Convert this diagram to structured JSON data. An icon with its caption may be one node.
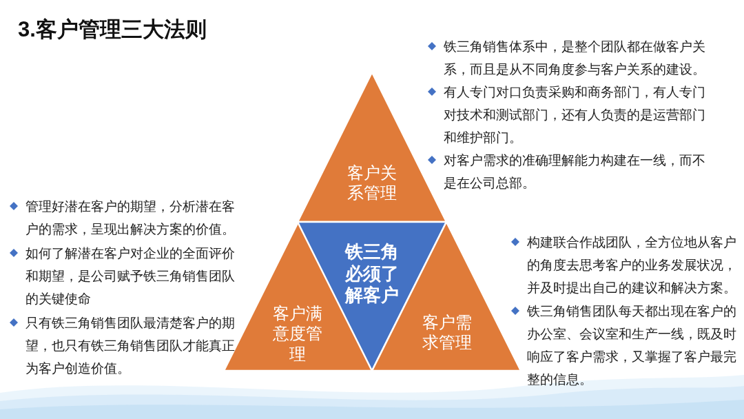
{
  "diagram": {
    "title": "3.客户管理三大法则",
    "nodes": [
      {
        "text": [
          "客户关系管理"
        ],
        "beside": [
          "铁三角销售体系中，是整个团队都在做客户关系，而且是从不同角度参与客户关系的建设。",
          "有人专门对口负责采购和商务部门，有人专门对技术和测试部门，还有人负责的是运营部门和维护部门。",
          "对客户需求的准确理解能力构建在一线，而不是在公司总部。"
        ]
      },
      {
        "text": [
          "客户满意度管理"
        ],
        "beside": [
          "管理好潜在客户的期望，分析潜在客户的需求，呈现出解决方案的价值。",
          "如何了解潜在客户对企业的全面评价和期望，是公司赋予铁三角销售团队的关键使命",
          "只有铁三角销售团队最清楚客户的期望，也只有铁三角销售团队才能真正为客户创造价值。"
        ]
      },
      {
        "text": [
          "铁三角必须了解客户"
        ]
      },
      {
        "text": [
          "客户需求管理"
        ],
        "beside": [
          "构建联合作战团队，全方位地从客户的角度去思考客户的业务发展状况，并及时提出自己的建议和解决方案。",
          "铁三角销售团队每天都出现在客户的办公室、会议室和生产一线，既及时响应了客户需求，又掌握了客户最完整的信息。"
        ]
      }
    ]
  }
}
